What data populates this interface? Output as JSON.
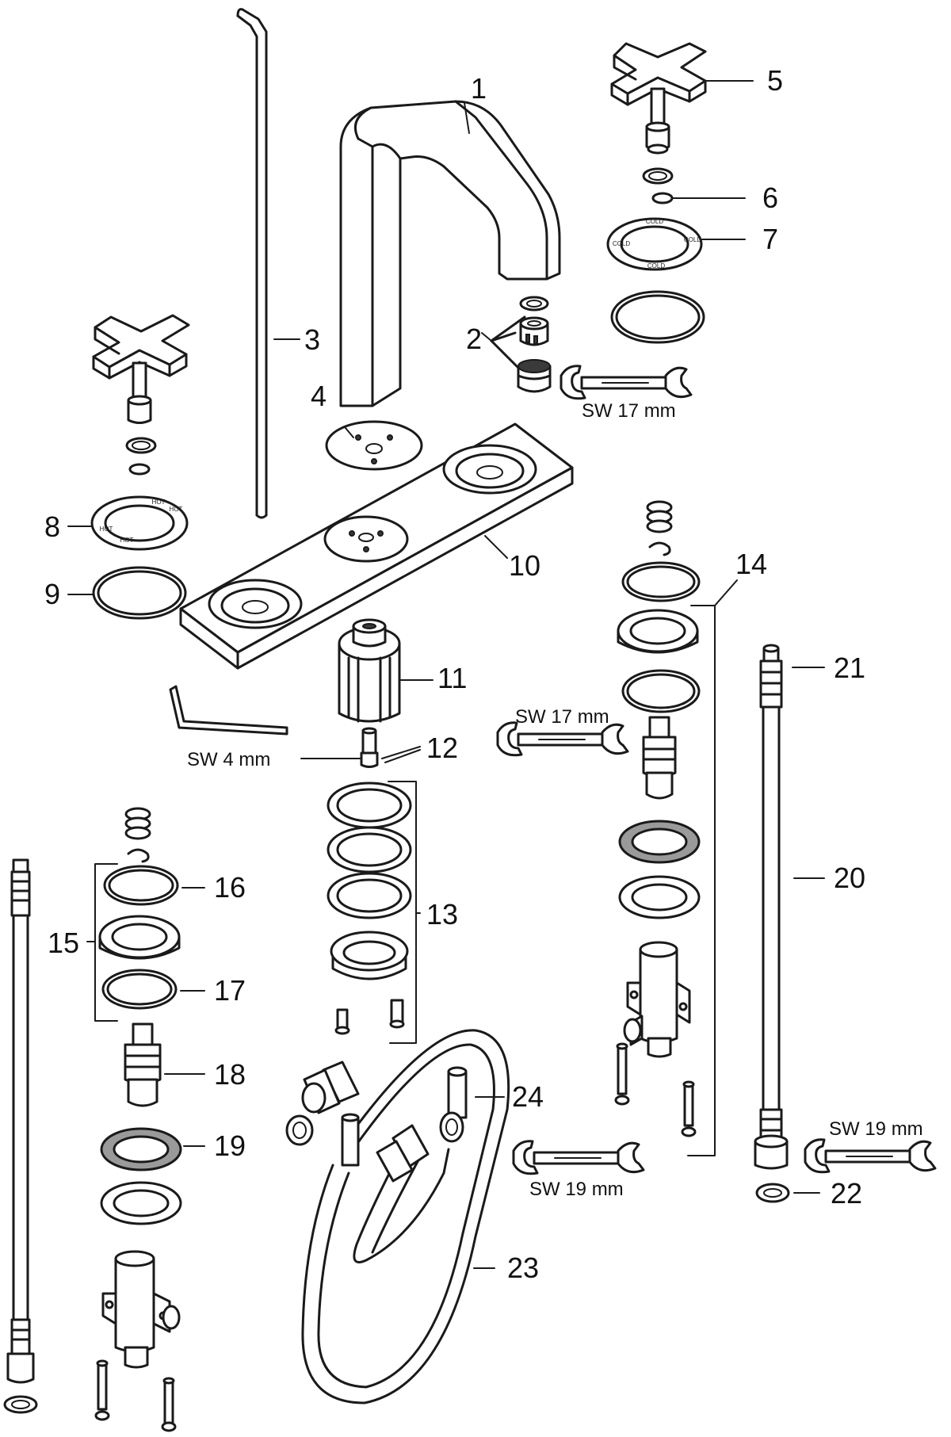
{
  "callouts": [
    "1",
    "2",
    "3",
    "4",
    "5",
    "6",
    "7",
    "8",
    "9",
    "10",
    "11",
    "12",
    "13",
    "14",
    "15",
    "16",
    "17",
    "18",
    "19",
    "20",
    "21",
    "22",
    "23",
    "24"
  ],
  "wrench_labels": {
    "sw17_top": "SW 17 mm",
    "sw4": "SW 4 mm",
    "sw17_mid": "SW 17 mm",
    "sw19_center": "SW 19 mm",
    "sw19_right": "SW 19 mm"
  },
  "ring_text": {
    "cold": "COLD",
    "hot": "HOT"
  }
}
